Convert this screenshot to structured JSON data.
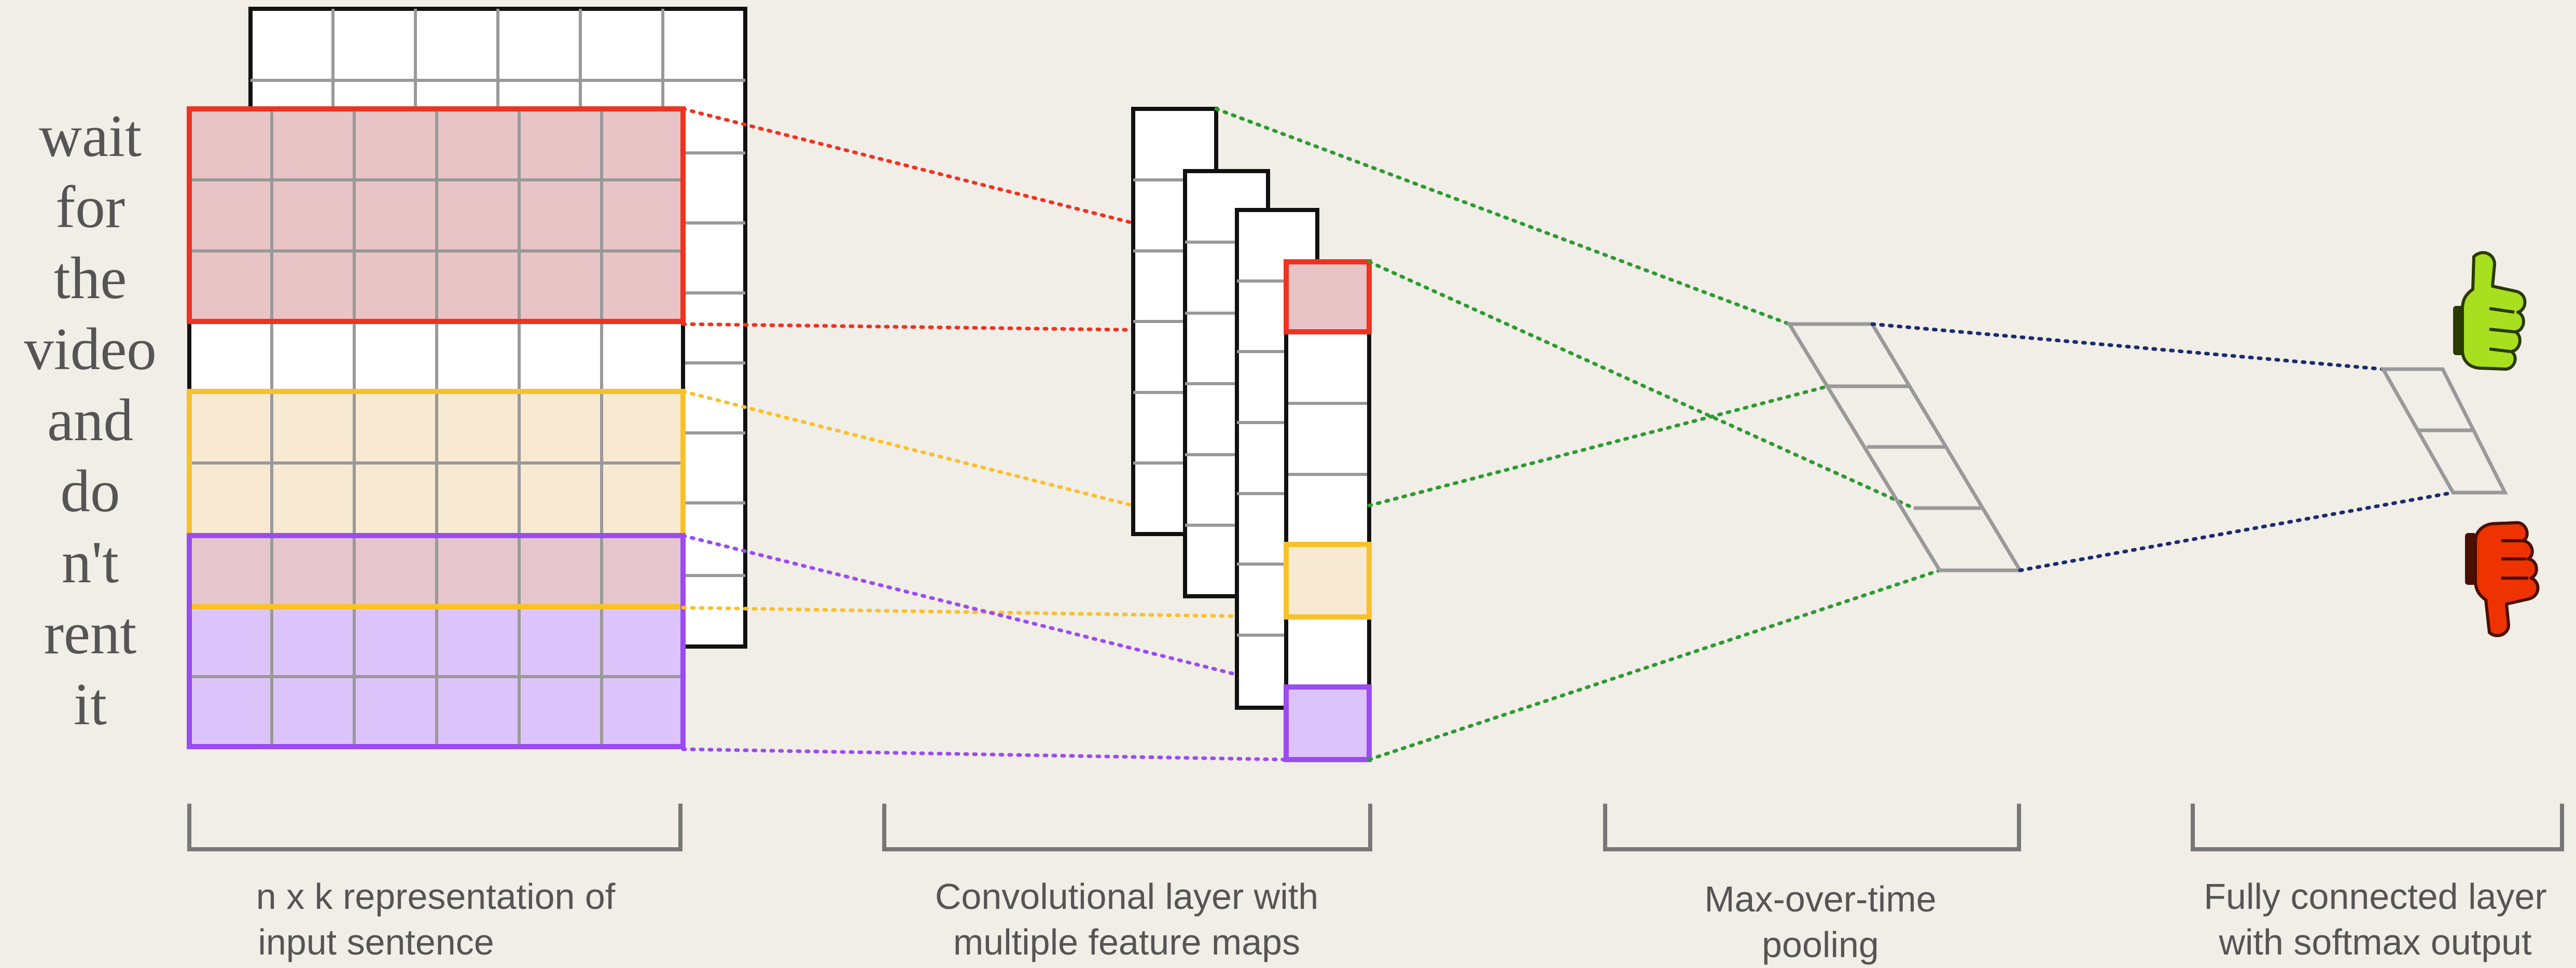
{
  "words": [
    "wait",
    "for",
    "the",
    "video",
    "and",
    "do",
    "n't",
    "rent",
    "it"
  ],
  "captions": [
    {
      "line1": "n x k representation of",
      "line2": "input sentence"
    },
    {
      "line1": "Convolutional layer with",
      "line2": "multiple feature maps"
    },
    {
      "line1": "Max-over-time",
      "line2": "pooling"
    },
    {
      "line1": "Fully connected layer",
      "line2": "with softmax output"
    }
  ],
  "output_icons": [
    "thumbs-up-icon",
    "thumbs-down-icon"
  ],
  "colors": {
    "background": "#f1ede7",
    "red": "#ee3322",
    "yellow": "#f8c12c",
    "purple": "#9a4cf0",
    "green": "#2e9a32",
    "navy": "#1a2c6e",
    "red_fill": "#e8c4c6",
    "yellow_fill": "#f8e9d2",
    "purple_fill": "#dcc4fa",
    "thumbs_up": "#a8e020",
    "thumbs_down": "#ee3300"
  }
}
